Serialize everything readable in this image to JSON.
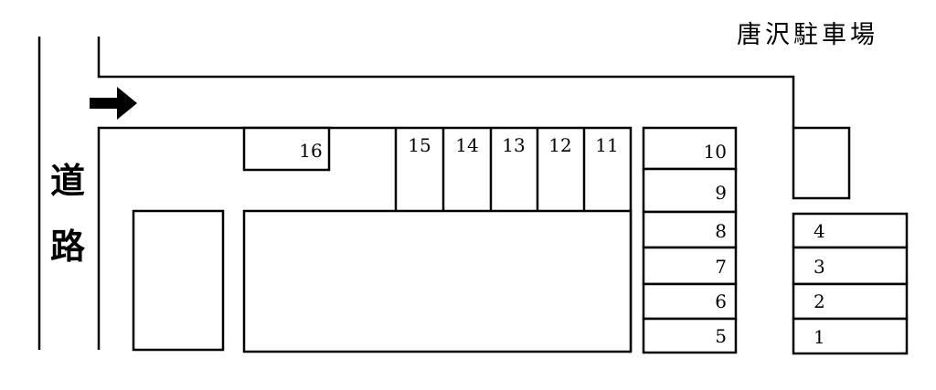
{
  "title": "唐沢駐車場",
  "road_label": [
    "道",
    "路"
  ],
  "spaces": [
    "16",
    "15",
    "14",
    "13",
    "12",
    "11",
    "10",
    "9",
    "8",
    "7",
    "6",
    "5",
    "4",
    "3",
    "2",
    "1"
  ],
  "icons": {
    "arrow": "right-arrow-icon"
  }
}
